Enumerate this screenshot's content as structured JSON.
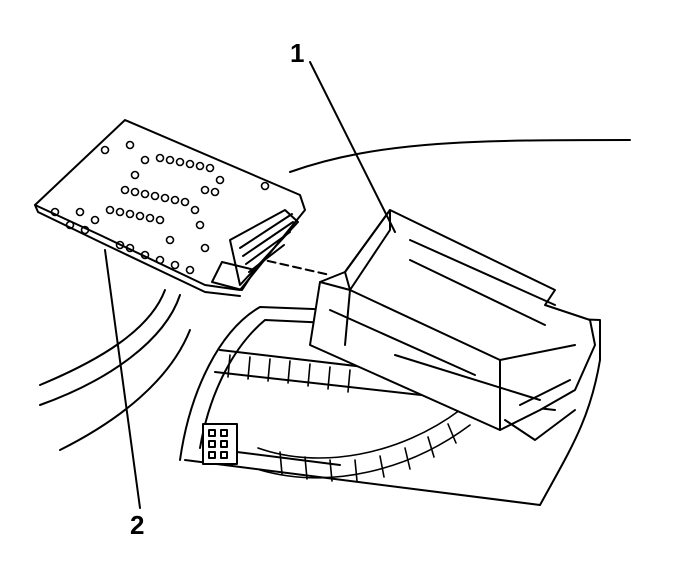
{
  "callouts": [
    {
      "id": "1",
      "text": "1"
    },
    {
      "id": "2",
      "text": "2"
    }
  ],
  "colors": {
    "ink": "#000000",
    "paper": "#ffffff"
  }
}
